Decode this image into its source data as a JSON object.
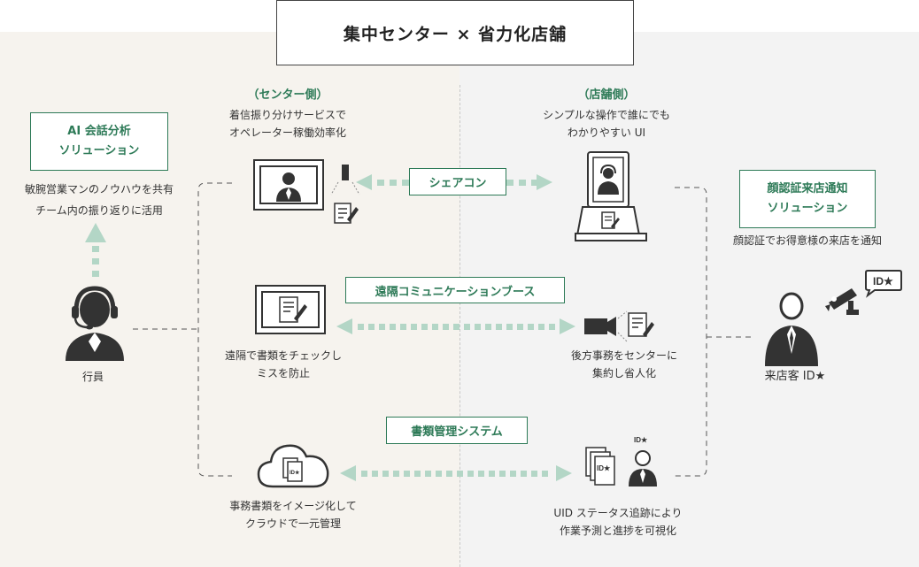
{
  "title": "集中センター × 省力化店舗",
  "center_side": {
    "heading": "（センター側）",
    "lines": [
      "着信振り分けサービスで",
      "オペレーター稼働効率化"
    ]
  },
  "store_side": {
    "heading": "（店舗側）",
    "lines": [
      "シンプルな操作で誰にでも",
      "わかりやすい UI"
    ]
  },
  "ai_solution": {
    "box_lines": [
      "AI 会話分析",
      "ソリューション"
    ],
    "desc_lines": [
      "敏腕営業マンのノウハウを共有",
      "チーム内の振り返りに活用"
    ]
  },
  "face_solution": {
    "box_lines": [
      "顔認証来店通知",
      "ソリューション"
    ],
    "desc": "顔認証でお得意様の来店を通知"
  },
  "share_con": {
    "label": "シェアコン"
  },
  "remote_booth": {
    "label": "遠隔コミュニケーションブース"
  },
  "doc_system": {
    "label": "書類管理システム"
  },
  "remote_check": {
    "lines": [
      "遠隔で書類をチェックし",
      "ミスを防止"
    ]
  },
  "back_office": {
    "lines": [
      "後方事務をセンターに",
      "集約し省人化"
    ]
  },
  "doc_image": {
    "lines": [
      "事務書類をイメージ化して",
      "クラウドで一元管理"
    ]
  },
  "uid_status": {
    "lines": [
      "UID ステータス追跡により",
      "作業予測と進捗を可視化"
    ]
  },
  "staff": {
    "label": "行員"
  },
  "visitor": {
    "label": "来店客 ID★"
  },
  "id_tags": {
    "camera_tag": "ID★",
    "person_tag": "ID★",
    "doc_tag": "ID★"
  },
  "colors": {
    "accent": "#2d7a57",
    "arrow": "#b3d6c6",
    "icon": "#333333"
  }
}
